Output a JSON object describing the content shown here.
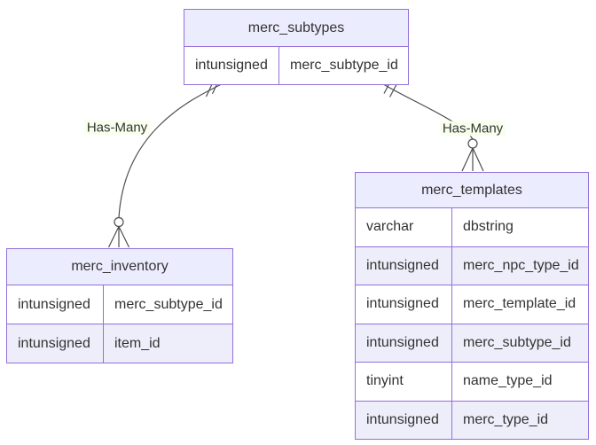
{
  "diagram": {
    "type": "entity-relationship",
    "colors": {
      "entity_border": "#9370DB",
      "entity_header_fill": "#ECECFF",
      "row_fill_odd": "#ffffff",
      "row_fill_even": "#eeeefb",
      "relationship_line": "#4d4d4d",
      "text": "#333333",
      "label_background": "#f9ffec",
      "page_background": "#ffffff"
    },
    "entities": [
      {
        "name": "merc_subtypes",
        "attributes": [
          {
            "type": "intunsigned",
            "name": "merc_subtype_id"
          }
        ]
      },
      {
        "name": "merc_inventory",
        "attributes": [
          {
            "type": "intunsigned",
            "name": "merc_subtype_id"
          },
          {
            "type": "intunsigned",
            "name": "item_id"
          }
        ]
      },
      {
        "name": "merc_templates",
        "attributes": [
          {
            "type": "varchar",
            "name": "dbstring"
          },
          {
            "type": "intunsigned",
            "name": "merc_npc_type_id"
          },
          {
            "type": "intunsigned",
            "name": "merc_template_id"
          },
          {
            "type": "intunsigned",
            "name": "merc_subtype_id"
          },
          {
            "type": "tinyint",
            "name": "name_type_id"
          },
          {
            "type": "intunsigned",
            "name": "merc_type_id"
          }
        ]
      }
    ],
    "relationships": [
      {
        "from": "merc_subtypes",
        "to": "merc_inventory",
        "label": "Has-Many",
        "from_cardinality": "exactly-one",
        "to_cardinality": "zero-or-many"
      },
      {
        "from": "merc_subtypes",
        "to": "merc_templates",
        "label": "Has-Many",
        "from_cardinality": "exactly-one",
        "to_cardinality": "zero-or-many"
      }
    ]
  }
}
